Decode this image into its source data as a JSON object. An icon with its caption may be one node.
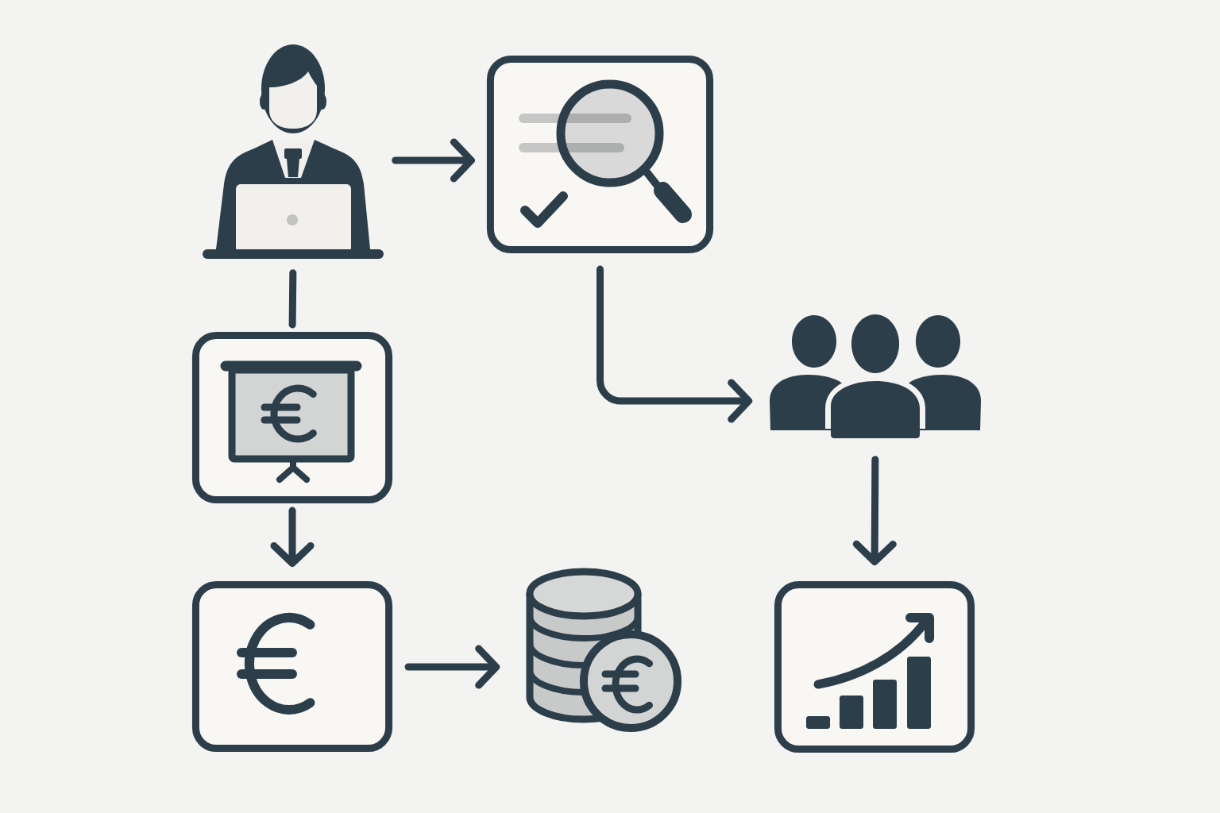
{
  "diagram": {
    "nodes": [
      {
        "text": [],
        "shape": "picture"
      },
      {
        "text": [],
        "shape": "box"
      },
      {
        "text": [],
        "shape": "box"
      },
      {
        "text": [],
        "shape": "person"
      },
      {
        "text": [],
        "shape": "box"
      },
      {
        "text": [],
        "shape": "picture"
      },
      {
        "text": [],
        "shape": "box"
      }
    ],
    "edges": [
      {
        "from": 0,
        "to": 1,
        "arrow": "to"
      },
      {
        "from": 0,
        "to": 2,
        "arrow": "none"
      },
      {
        "from": 2,
        "to": 4,
        "arrow": "to"
      },
      {
        "from": 4,
        "to": 5,
        "arrow": "to"
      },
      {
        "from": 1,
        "to": 3,
        "arrow": "to"
      },
      {
        "from": 3,
        "to": 6,
        "arrow": "to"
      }
    ]
  }
}
